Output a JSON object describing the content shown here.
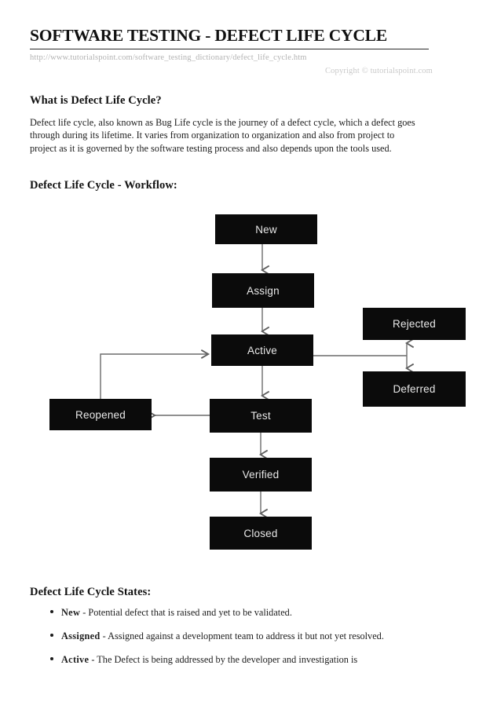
{
  "header": {
    "title": "SOFTWARE TESTING - DEFECT LIFE CYCLE",
    "url": "http://www.tutorialspoint.com/software_testing_dictionary/defect_life_cycle.htm",
    "copyright": "Copyright © tutorialspoint.com"
  },
  "sections": {
    "what_is": {
      "heading": "What is Defect Life Cycle?",
      "paragraph": "Defect life cycle, also known as Bug Life cycle is the journey of a defect cycle, which a defect goes through during its lifetime. It varies from organization to organization and also from project to project as it is governed by the software testing process and also depends upon the tools used."
    },
    "workflow": {
      "heading": "Defect Life Cycle - Workflow:"
    },
    "states": {
      "heading": "Defect Life Cycle States:",
      "items": [
        {
          "term": "New",
          "separator": " - ",
          "description": "Potential defect that is raised and yet to be validated."
        },
        {
          "term": "Assigned",
          "separator": " - ",
          "description": "Assigned against a development team to address it but not yet resolved."
        },
        {
          "term": "Active",
          "separator": " - ",
          "description": "The Defect is being addressed by the developer and investigation is"
        }
      ]
    }
  },
  "diagram": {
    "type": "flowchart",
    "node_fill": "#0b0b0b",
    "node_text_color": "#e8e8e8",
    "connector_color": "#6b6b6b",
    "nodes": [
      {
        "id": "new",
        "label": "New"
      },
      {
        "id": "assign",
        "label": "Assign"
      },
      {
        "id": "active",
        "label": "Active"
      },
      {
        "id": "test",
        "label": "Test"
      },
      {
        "id": "verified",
        "label": "Verified"
      },
      {
        "id": "closed",
        "label": "Closed"
      },
      {
        "id": "reopened",
        "label": "Reopened"
      },
      {
        "id": "rejected",
        "label": "Rejected"
      },
      {
        "id": "deferred",
        "label": "Deferred"
      }
    ],
    "edges": [
      {
        "from": "new",
        "to": "assign",
        "style": "arrow-down"
      },
      {
        "from": "assign",
        "to": "active",
        "style": "arrow-down"
      },
      {
        "from": "active",
        "to": "test",
        "style": "arrow-down"
      },
      {
        "from": "test",
        "to": "verified",
        "style": "arrow-down"
      },
      {
        "from": "verified",
        "to": "closed",
        "style": "arrow-down"
      },
      {
        "from": "test",
        "to": "reopened",
        "style": "arrow-left"
      },
      {
        "from": "reopened",
        "to": "active",
        "style": "elbow-up-right-arrow"
      },
      {
        "from": "active",
        "to": "rejected",
        "style": "elbow-right-up-arrow"
      },
      {
        "from": "active",
        "to": "deferred",
        "style": "elbow-right-down-arrow"
      }
    ]
  }
}
